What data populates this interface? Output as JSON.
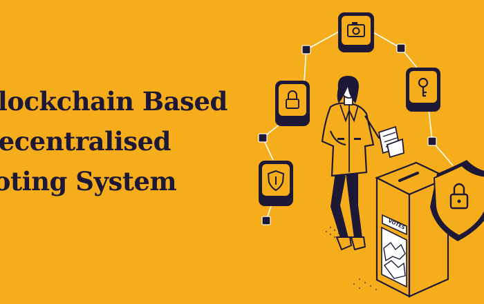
{
  "banner": {
    "title_lines": [
      "Blockchain Based",
      "Decentralised",
      "Voting System"
    ],
    "ballot_box_label": "VOTES"
  },
  "colors": {
    "background": "#f6ad1b",
    "ink": "#1c1836",
    "highlight": "#ffffff"
  },
  "icons": [
    "camera-icon",
    "key-icon",
    "lock-icon",
    "shield-icon",
    "shield-lock-icon",
    "ballot-box-icon",
    "voter-woman-icon"
  ]
}
